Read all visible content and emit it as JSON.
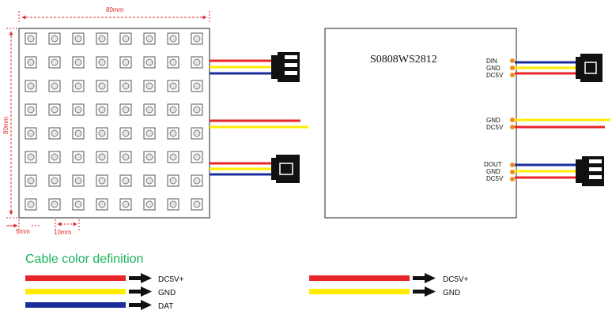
{
  "colors": {
    "red": "#e8262a",
    "yellow": "#ffec00",
    "blue": "#1a2e9c",
    "dimension": "#e0282d",
    "legend_title": "#19b35a",
    "pin_dot": "#f28a1e"
  },
  "panel": {
    "rows": 8,
    "cols": 8,
    "width_label": "80mm",
    "height_label": "80mm",
    "margin_label": "5mm",
    "pitch_label": "10mm"
  },
  "module": {
    "title": "S0808WS2812",
    "input_pins": [
      "DIN",
      "GND",
      "DC5V"
    ],
    "power_pins": [
      "GND",
      "DC5V"
    ],
    "output_pins": [
      "DOUT",
      "GND",
      "DC5V"
    ]
  },
  "legend": {
    "title": "Cable color definition",
    "three_wire": [
      {
        "color": "red",
        "label": "DC5V+"
      },
      {
        "color": "yellow",
        "label": "GND"
      },
      {
        "color": "blue",
        "label": "DAT"
      }
    ],
    "two_wire": [
      {
        "color": "red",
        "label": "DC5V+"
      },
      {
        "color": "yellow",
        "label": "GND"
      }
    ]
  }
}
